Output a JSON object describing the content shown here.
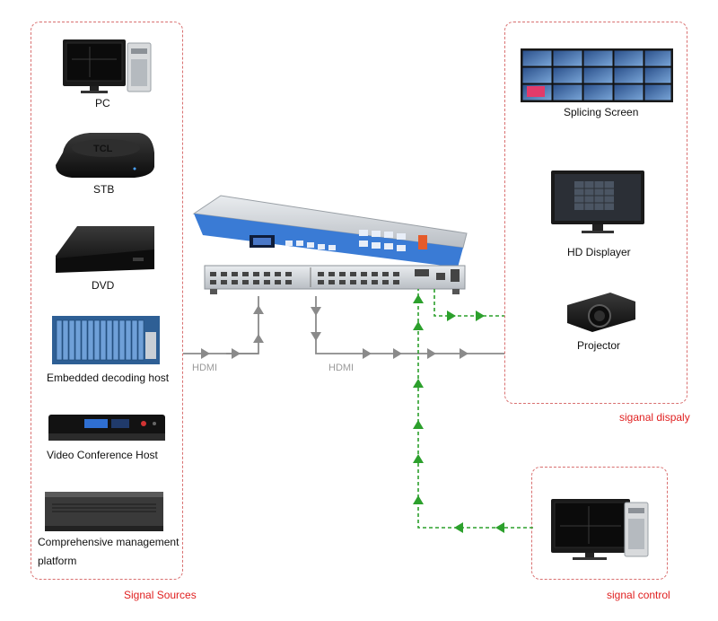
{
  "sources": {
    "caption": "Signal Sources",
    "items": [
      {
        "name": "pc",
        "label": "PC"
      },
      {
        "name": "stb",
        "label": "STB"
      },
      {
        "name": "dvd",
        "label": "DVD"
      },
      {
        "name": "embedded-decoding-host",
        "label": "Embedded decoding host"
      },
      {
        "name": "video-conference-host",
        "label": "Video Conference Host"
      },
      {
        "name": "comprehensive-management-platform",
        "label": "Comprehensive management",
        "label2": "platform"
      }
    ]
  },
  "display": {
    "caption": "siganal dispaly",
    "items": [
      {
        "name": "splicing-screen",
        "label": "Splicing Screen"
      },
      {
        "name": "hd-displayer",
        "label": "HD Displayer"
      },
      {
        "name": "projector",
        "label": "Projector"
      }
    ]
  },
  "control": {
    "caption": "signal control"
  },
  "signals": {
    "input_label": "HDMI",
    "output_label": "HDMI"
  },
  "colors": {
    "dash_border": "#d97070",
    "caption_red": "#e02020",
    "hdmi_line": "#8a8a8a",
    "control_line": "#2ca02c",
    "matrix_blue": "#3a7bd5"
  }
}
